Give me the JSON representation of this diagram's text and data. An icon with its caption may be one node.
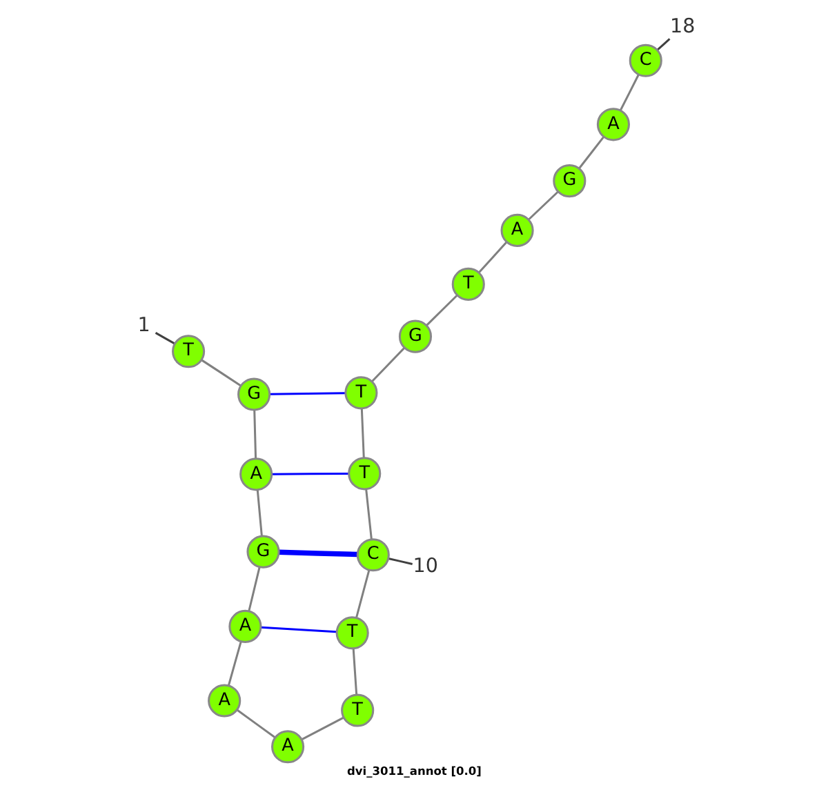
{
  "diagram": {
    "caption": "dvi_3011_annot [0.0]",
    "nodes": [
      {
        "text": [
          "T"
        ]
      },
      {
        "text": [
          "G"
        ]
      },
      {
        "text": [
          "A"
        ]
      },
      {
        "text": [
          "G"
        ]
      },
      {
        "text": [
          "A"
        ]
      },
      {
        "text": [
          "A"
        ]
      },
      {
        "text": [
          "A"
        ]
      },
      {
        "text": [
          "T"
        ]
      },
      {
        "text": [
          "T"
        ]
      },
      {
        "text": [
          "C"
        ]
      },
      {
        "text": [
          "T"
        ]
      },
      {
        "text": [
          "T"
        ]
      },
      {
        "text": [
          "G"
        ]
      },
      {
        "text": [
          "T"
        ]
      },
      {
        "text": [
          "A"
        ]
      },
      {
        "text": [
          "G"
        ]
      },
      {
        "text": [
          "A"
        ]
      },
      {
        "text": [
          "C"
        ]
      },
      {
        "text": [
          "10"
        ]
      },
      {
        "text": [
          "1"
        ]
      },
      {
        "text": [
          "18"
        ]
      }
    ],
    "edges": [
      {
        "from": 0,
        "to": 1,
        "arrow": "none"
      },
      {
        "from": 1,
        "to": 2,
        "arrow": "none"
      },
      {
        "from": 2,
        "to": 3,
        "arrow": "none"
      },
      {
        "from": 3,
        "to": 4,
        "arrow": "none"
      },
      {
        "from": 4,
        "to": 5,
        "arrow": "none"
      },
      {
        "from": 5,
        "to": 6,
        "arrow": "none"
      },
      {
        "from": 6,
        "to": 7,
        "arrow": "none"
      },
      {
        "from": 7,
        "to": 8,
        "arrow": "none"
      },
      {
        "from": 8,
        "to": 9,
        "arrow": "none"
      },
      {
        "from": 9,
        "to": 10,
        "arrow": "none"
      },
      {
        "from": 10,
        "to": 11,
        "arrow": "none"
      },
      {
        "from": 11,
        "to": 12,
        "arrow": "none"
      },
      {
        "from": 12,
        "to": 13,
        "arrow": "none"
      },
      {
        "from": 13,
        "to": 14,
        "arrow": "none"
      },
      {
        "from": 14,
        "to": 15,
        "arrow": "none"
      },
      {
        "from": 15,
        "to": 16,
        "arrow": "none"
      },
      {
        "from": 16,
        "to": 17,
        "arrow": "none"
      },
      {
        "from": 8,
        "to": 4,
        "arrow": "none",
        "color": "#0000ff"
      },
      {
        "from": 9,
        "to": 3,
        "arrow": "none",
        "style": "thick",
        "color": "#0000ff"
      },
      {
        "from": 10,
        "to": 2,
        "arrow": "none",
        "color": "#0000ff"
      },
      {
        "from": 11,
        "to": 1,
        "arrow": "none",
        "color": "#0000ff"
      },
      {
        "from": 18,
        "to": 9,
        "arrow": "none",
        "color": "#404040"
      },
      {
        "from": 19,
        "to": 0,
        "arrow": "none",
        "color": "#404040"
      },
      {
        "from": 20,
        "to": 17,
        "arrow": "none",
        "color": "#404040"
      }
    ]
  }
}
